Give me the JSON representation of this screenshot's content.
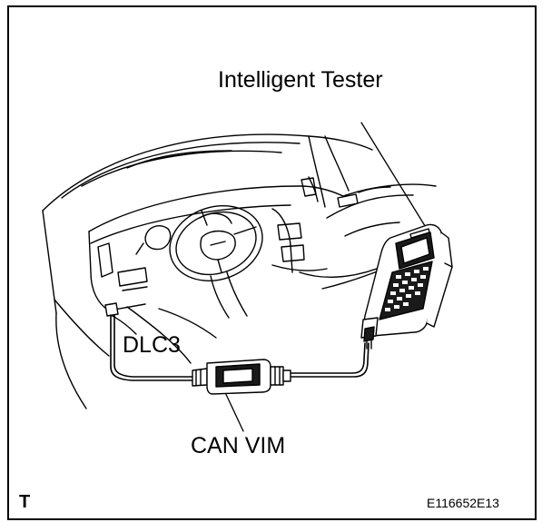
{
  "labels": {
    "tester": "Intelligent Tester",
    "dlc3": "DLC3",
    "can_vim": "CAN VIM",
    "corner_mark": "T",
    "figure_code": "E116652E13"
  },
  "colors": {
    "line": "#000000",
    "background": "#ffffff",
    "device_dark": "#1a1a1a"
  }
}
